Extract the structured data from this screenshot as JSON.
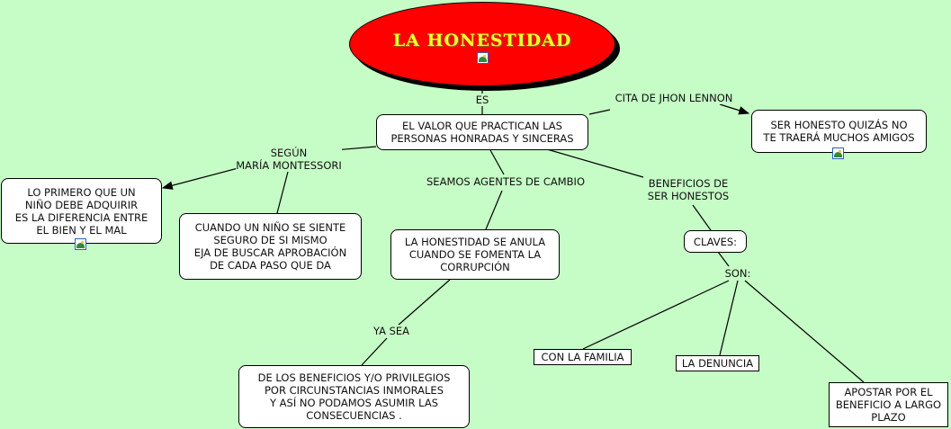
{
  "title": "LA HONESTIDAD",
  "colors": {
    "background": "#c6fcc6",
    "title_fill": "#fe0000",
    "title_text": "#ffff33"
  },
  "nodes": {
    "central": [
      "EL VALOR QUE PRACTICAN LAS",
      "PERSONAS HONRADAS Y SINCERAS"
    ],
    "lennon": [
      "SER HONESTO QUIZÁS NO",
      "TE TRAERÁ MUCHOS AMIGOS"
    ],
    "montessori": [
      "LO PRIMERO QUE UN",
      "NIÑO DEBE ADQUIRIR",
      "ES LA DIFERENCIA ENTRE",
      "EL BIEN Y EL MAL"
    ],
    "nino": [
      "CUANDO UN NIÑO SE SIENTE",
      "SEGURO DE SI MISMO",
      "EJA DE BUSCAR APROBACIÓN",
      "DE CADA PASO QUE DA"
    ],
    "anula": [
      "LA HONESTIDAD SE ANULA",
      "CUANDO SE FOMENTA LA",
      "CORRUPCIÓN"
    ],
    "claves": "CLAVES:",
    "beneficios": [
      "DE LOS BENEFICIOS Y/O PRIVILEGIOS",
      "POR CIRCUNSTANCIAS INMORALES",
      "Y ASÍ NO PODAMOS ASUMIR LAS",
      "CONSECUENCIAS ."
    ],
    "familia": "CON LA FAMILIA",
    "denuncia": "LA DENUNCIA",
    "apostar": [
      "APOSTAR POR EL",
      "BENEFICIO A LARGO",
      "PLAZO"
    ]
  },
  "links": {
    "es": "ES",
    "cita": "CITA DE JHON LENNON",
    "segun": [
      "SEGÚN",
      "MARÍA MONTESSORI"
    ],
    "seamos": "SEAMOS AGENTES DE CAMBIO",
    "beneficios_de": [
      "BENEFICIOS DE",
      "SER HONESTOS"
    ],
    "ya_sea": "YA SEA",
    "son": "SON:"
  }
}
